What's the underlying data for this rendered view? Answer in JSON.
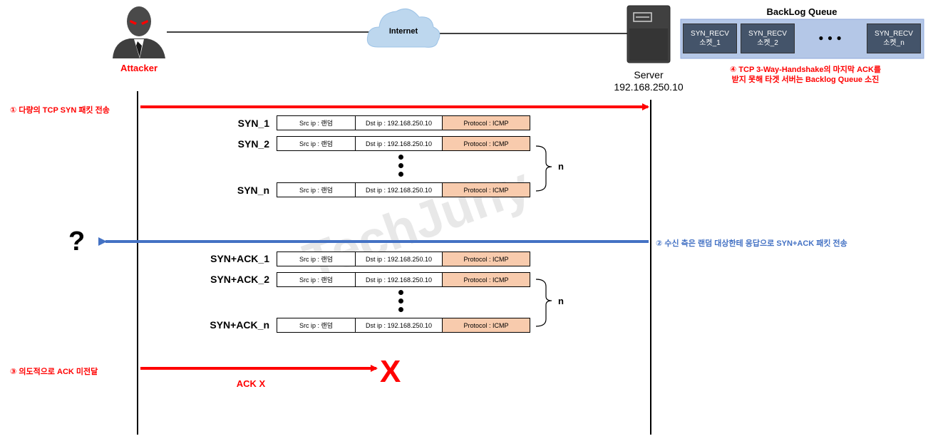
{
  "attacker": {
    "label": "Attacker"
  },
  "internet": {
    "label": "Internet"
  },
  "server": {
    "label": "Server",
    "ip": "192.168.250.10"
  },
  "backlog": {
    "title": "BackLog Queue",
    "slots": [
      {
        "line1": "SYN_RECV",
        "line2": "소켓_1"
      },
      {
        "line1": "SYN_RECV",
        "line2": "소켓_2"
      },
      {
        "line1": "SYN_RECV",
        "line2": "소켓_n"
      }
    ],
    "ellipsis": "● ● ●",
    "note_line1": "④ TCP 3-Way-Handshake의 마지막 ACK를",
    "note_line2": "받지 못해 타겟 서버는 Backlog Queue 소진"
  },
  "step1": {
    "label": "① 다량의 TCP SYN 패킷 전송"
  },
  "step2": {
    "label": "② 수신 측은 랜덤 대상한테 응답으로 SYN+ACK 패킷 전송"
  },
  "step3": {
    "label": "③ 의도적으로 ACK 미전달",
    "ack_label": "ACK X",
    "x_mark": "X"
  },
  "question_mark": "?",
  "watermark": "TechJuny",
  "syn_packets": [
    {
      "name": "SYN_1",
      "src": "Src ip : 랜덤",
      "dst": "Dst ip : 192.168.250.10",
      "proto": "Protocol : ICMP"
    },
    {
      "name": "SYN_2",
      "src": "Src ip : 랜덤",
      "dst": "Dst ip : 192.168.250.10",
      "proto": "Protocol : ICMP"
    },
    {
      "name": "SYN_n",
      "src": "Src ip : 랜덤",
      "dst": "Dst ip : 192.168.250.10",
      "proto": "Protocol : ICMP"
    }
  ],
  "synack_packets": [
    {
      "name": "SYN+ACK_1",
      "src": "Src ip : 랜덤",
      "dst": "Dst ip : 192.168.250.10",
      "proto": "Protocol : ICMP"
    },
    {
      "name": "SYN+ACK_2",
      "src": "Src ip : 랜덤",
      "dst": "Dst ip : 192.168.250.10",
      "proto": "Protocol : ICMP"
    },
    {
      "name": "SYN+ACK_n",
      "src": "Src ip : 랜덤",
      "dst": "Dst ip : 192.168.250.10",
      "proto": "Protocol : ICMP"
    }
  ],
  "brace_label_syn": "n",
  "brace_label_synack": "n",
  "colors": {
    "red": "#ff0000",
    "blue": "#4472c4",
    "protocol_cell": "#f8cbad",
    "queue_box": "#44546a",
    "queue_bg": "#b4c7e7"
  }
}
